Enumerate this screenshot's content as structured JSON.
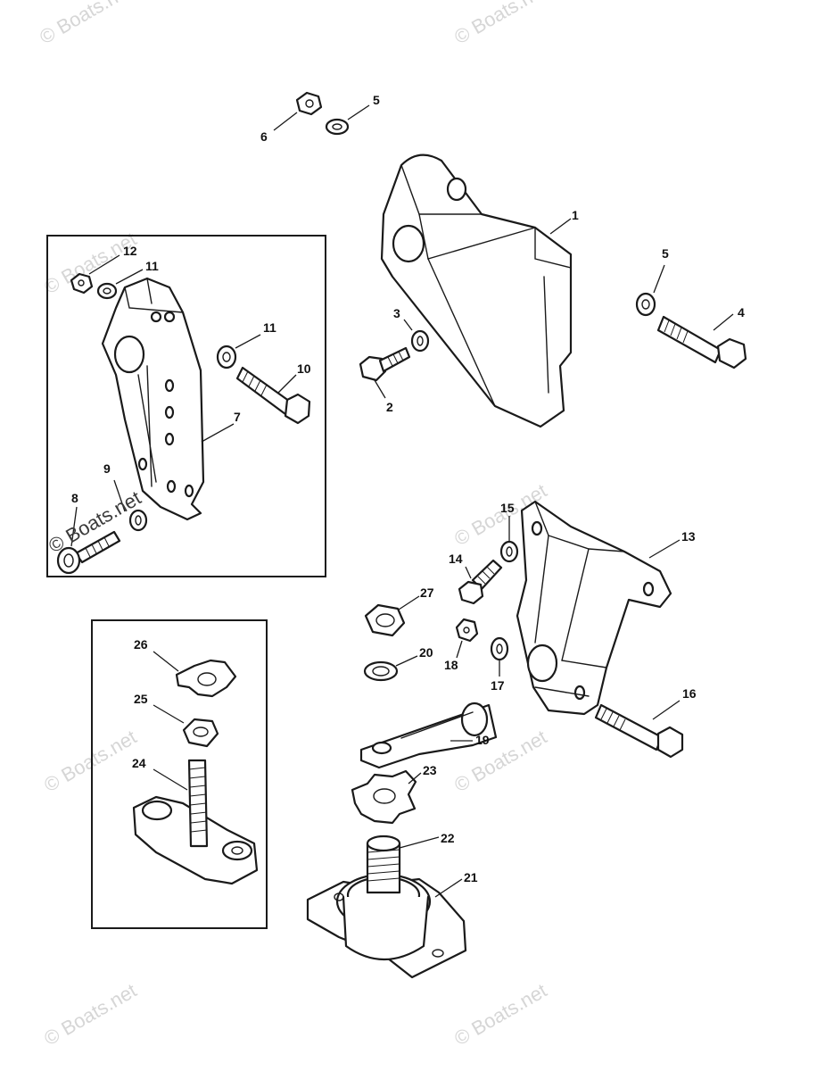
{
  "watermark": {
    "text": "© Boats.net"
  },
  "callouts": {
    "c1": "1",
    "c2": "2",
    "c3": "3",
    "c4": "4",
    "c5a": "5",
    "c5b": "5",
    "c6": "6",
    "c7": "7",
    "c8": "8",
    "c9": "9",
    "c10": "10",
    "c11a": "11",
    "c11b": "11",
    "c12": "12",
    "c13": "13",
    "c14": "14",
    "c15": "15",
    "c16": "16",
    "c17": "17",
    "c18": "18",
    "c19": "19",
    "c20": "20",
    "c21": "21",
    "c22": "22",
    "c23": "23",
    "c24": "24",
    "c25": "25",
    "c26": "26",
    "c27": "27"
  },
  "colors": {
    "ink": "#1a1a1a",
    "watermark": "#d6d6d6",
    "background": "#ffffff"
  }
}
